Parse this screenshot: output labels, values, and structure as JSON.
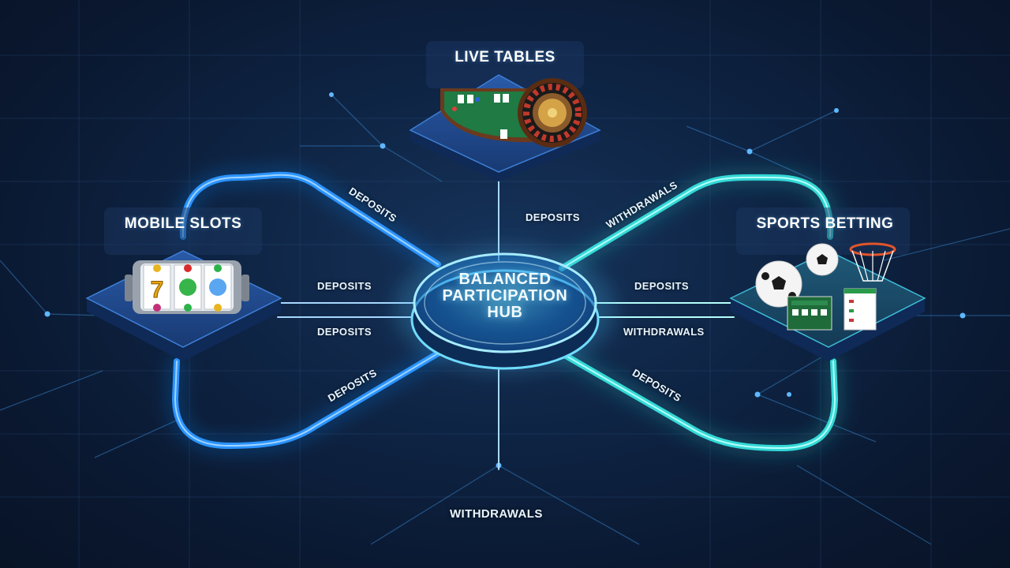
{
  "hub": {
    "line1": "BALANCED",
    "line2": "PARTICIPATION",
    "line3": "HUB"
  },
  "nodes": {
    "live_tables": {
      "title": "LIVE TABLES"
    },
    "mobile_slots": {
      "title": "MOBILE SLOTS"
    },
    "sports_betting": {
      "title": "SPORTS BETTING"
    }
  },
  "flows": {
    "top_left_diag": "DEPOSITS",
    "top_vertical": "DEPOSITS",
    "top_right_diag": "WITHDRAWALS",
    "left_upper": "DEPOSITS",
    "left_lower": "DEPOSITS",
    "right_upper": "DEPOSITS",
    "right_lower": "WITHDRAWALS",
    "bottom_left_diag": "DEPOSITS",
    "bottom_right_diag": "DEPOSITS",
    "bottom_vertical": "WITHDRAWALS"
  },
  "colors": {
    "blue_flow": "#1f8bff",
    "cyan_flow": "#2fe3e0",
    "background": "#0b1a33",
    "platform": "#1d3a6e"
  },
  "icons": {
    "live_tables": "roulette-and-card-table-icon",
    "mobile_slots": "slot-machine-icon",
    "sports_betting": "balls-and-betslip-icon"
  }
}
